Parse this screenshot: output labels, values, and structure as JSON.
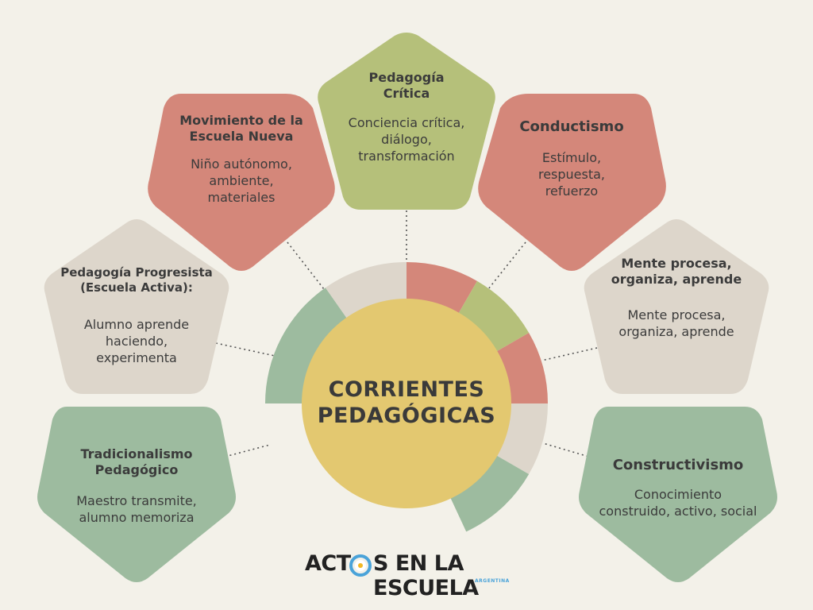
{
  "center": {
    "line1": "CORRIENTES",
    "line2": "PEDAGÓGICAS"
  },
  "nodes": {
    "critica": {
      "title": "Pedagogía\nCrítica",
      "desc": "Conciencia crítica,\ndiálogo,\ntransformación",
      "color": "#b5c07a"
    },
    "escuela_nueva": {
      "title": "Movimiento de la\nEscuela Nueva",
      "desc": "Niño autónomo,\nambiente,\nmateriales",
      "color": "#d4877a"
    },
    "conductismo": {
      "title": "Conductismo",
      "desc": "Estímulo,\nrespuesta,\nrefuerzo",
      "color": "#d4877a"
    },
    "progresista": {
      "title": "Pedagogía Progresista\n(Escuela Activa):",
      "desc": "Alumno aprende\nhaciendo,\nexperimenta",
      "color": "#ddd6cb"
    },
    "cognitivismo": {
      "title": "Mente procesa,\norganiza, aprende",
      "desc": "Mente procesa,\norganiza, aprende",
      "color": "#ddd6cb"
    },
    "tradicionalismo": {
      "title": "Tradicionalismo\nPedagógico",
      "desc": "Maestro transmite,\nalumno memoriza",
      "color": "#9dbb9f"
    },
    "constructivismo": {
      "title": "Constructivismo",
      "desc": "Conocimiento\nconstruido, activo, social",
      "color": "#9dbb9f"
    }
  },
  "colors": {
    "background": "#f3f1e9",
    "center_circle": "#e3c870",
    "connector": "#555555"
  },
  "logo": {
    "part1": "ACT",
    "part2": "S EN LA ESCUELA",
    "sub": "ARGENTINA"
  }
}
